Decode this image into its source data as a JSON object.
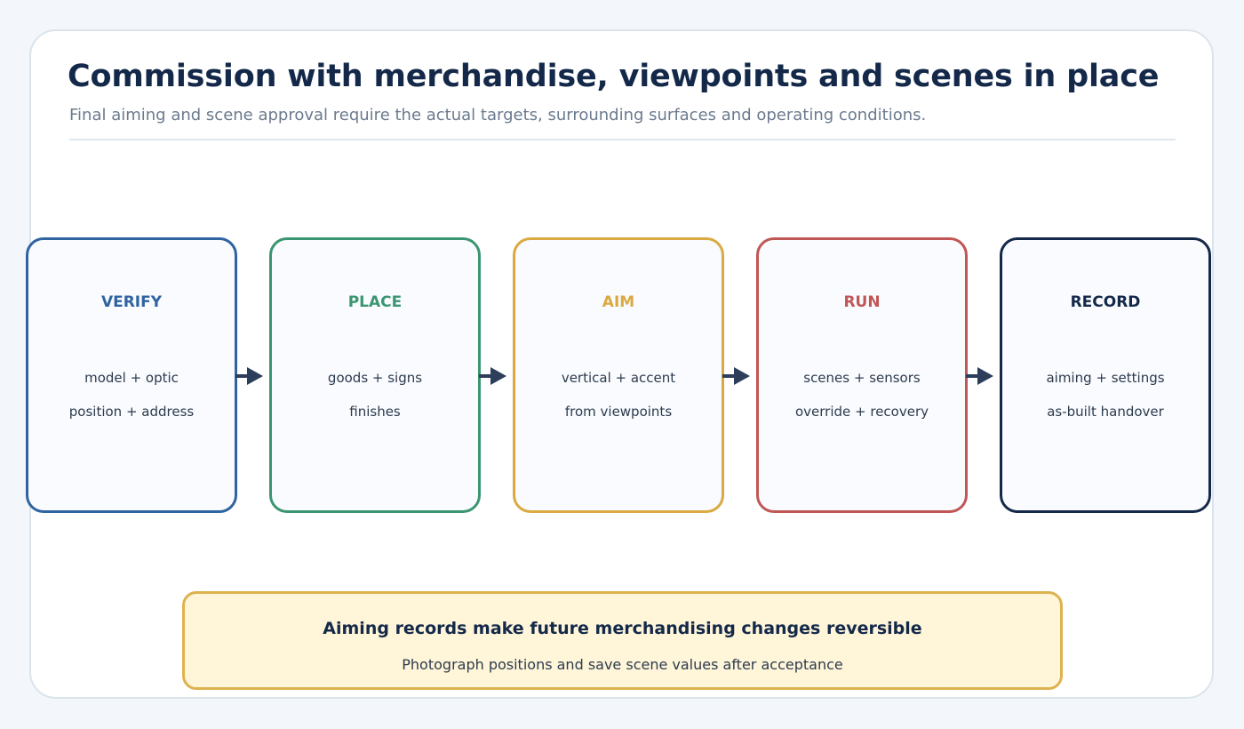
{
  "header": {
    "title": "Commission with merchandise, viewpoints and scenes in place",
    "subtitle": "Final aiming and scene approval require the actual targets, surrounding surfaces and operating conditions."
  },
  "steps": [
    {
      "label": "VERIFY",
      "line1": "model + optic",
      "line2": "position + address",
      "color": "#2f64a0"
    },
    {
      "label": "PLACE",
      "line1": "goods + signs",
      "line2": "finishes",
      "color": "#3a9670"
    },
    {
      "label": "AIM",
      "line1": "vertical + accent",
      "line2": "from viewpoints",
      "color": "#dba942"
    },
    {
      "label": "RUN",
      "line1": "scenes + sensors",
      "line2": "override + recovery",
      "color": "#c05656"
    },
    {
      "label": "RECORD",
      "line1": "aiming + settings",
      "line2": "as-built handover",
      "color": "#14294a"
    }
  ],
  "callout": {
    "title": "Aiming records make future merchandising changes reversible",
    "text": "Photograph positions and save scene values after acceptance"
  },
  "colors": {
    "arrow": "#2c3e5a",
    "callout_border": "#deb24e",
    "callout_fill": "#fff5d8"
  }
}
